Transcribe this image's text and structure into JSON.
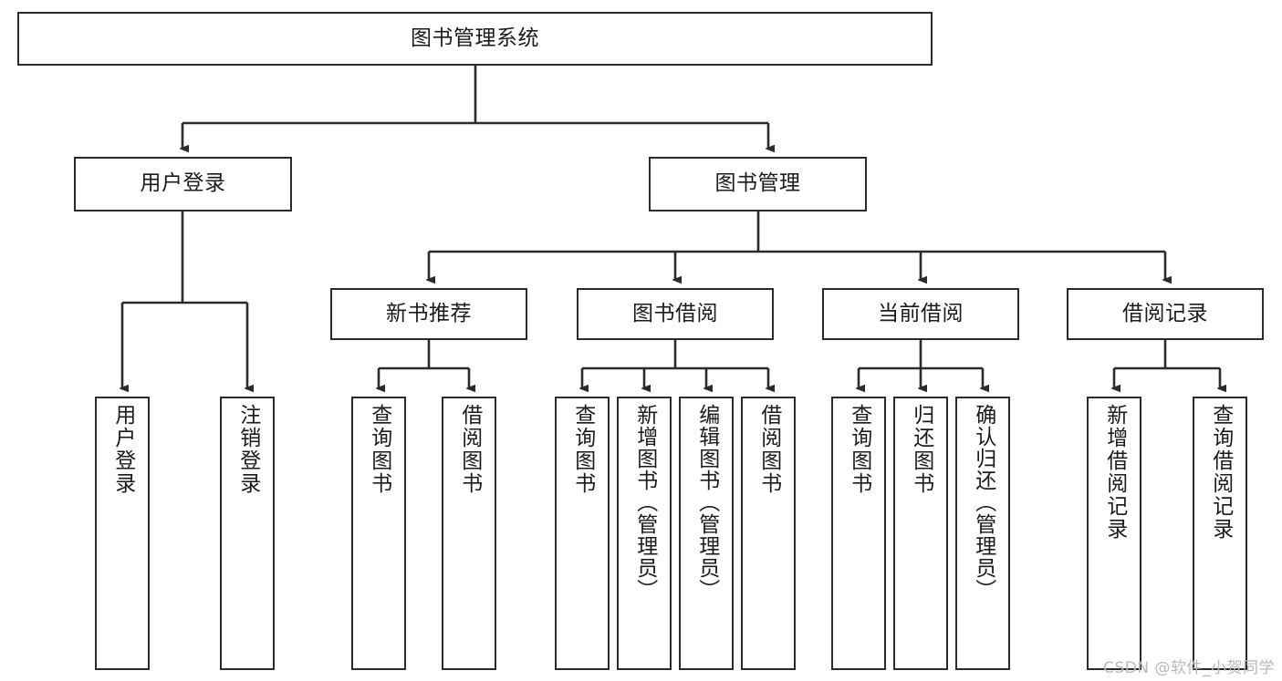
{
  "diagram": {
    "title": "图书管理系统",
    "type": "tree",
    "orientation": "top-down",
    "colors": {
      "stroke": "#2b2b2b",
      "fill": "#ffffff",
      "text": "#1b1b1b",
      "watermark": "#b9b9b9"
    },
    "root": {
      "id": "root",
      "label": "图书管理系统"
    },
    "level2": [
      {
        "id": "user-login",
        "label": "用户登录"
      },
      {
        "id": "book-manage",
        "label": "图书管理"
      }
    ],
    "level3": [
      {
        "id": "new-book-recommend",
        "label": "新书推荐"
      },
      {
        "id": "book-borrow",
        "label": "图书借阅"
      },
      {
        "id": "current-borrow",
        "label": "当前借阅"
      },
      {
        "id": "borrow-record",
        "label": "借阅记录"
      }
    ],
    "leaves": {
      "user_login": [
        {
          "id": "leaf-user-login",
          "label": "用户登录"
        },
        {
          "id": "leaf-logout",
          "label": "注销登录"
        }
      ],
      "new_book_recommend": [
        {
          "id": "leaf-query-book-1",
          "label": "查询图书"
        },
        {
          "id": "leaf-borrow-book-1",
          "label": "借阅图书"
        }
      ],
      "book_borrow": [
        {
          "id": "leaf-query-book-2",
          "label": "查询图书"
        },
        {
          "id": "leaf-add-book",
          "label": "新增图书（管理员）"
        },
        {
          "id": "leaf-edit-book",
          "label": "编辑图书（管理员）"
        },
        {
          "id": "leaf-borrow-book-2",
          "label": "借阅图书"
        }
      ],
      "current_borrow": [
        {
          "id": "leaf-query-book-3",
          "label": "查询图书"
        },
        {
          "id": "leaf-return-book",
          "label": "归还图书"
        },
        {
          "id": "leaf-confirm-return",
          "label": "确认归还（管理员）"
        }
      ],
      "borrow_record": [
        {
          "id": "leaf-add-record",
          "label": "新增借阅记录"
        },
        {
          "id": "leaf-query-record",
          "label": "查询借阅记录"
        }
      ]
    }
  },
  "watermark": {
    "text": "CSDN @软件_小贺同学"
  }
}
